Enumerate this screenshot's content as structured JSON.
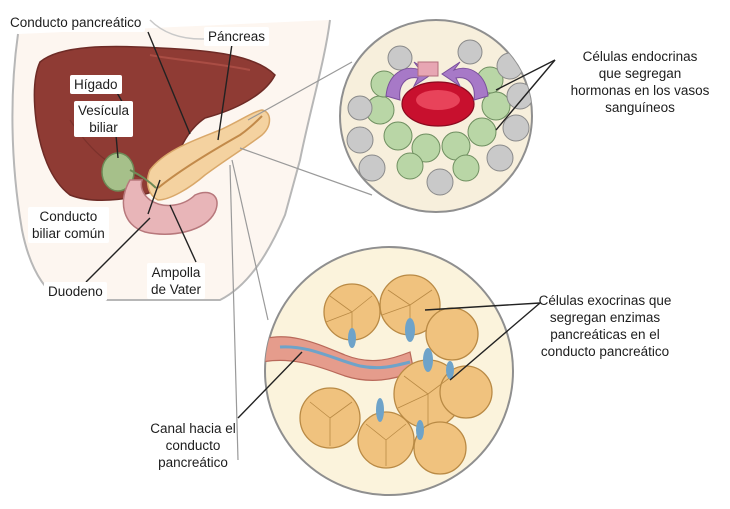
{
  "labels": {
    "conducto_pancreatico_top": "Conducto pancreático",
    "pancreas": "Páncreas",
    "higado": "Hígado",
    "vesicula_line1": "Vesícula",
    "vesicula_line2": "biliar",
    "conducto_biliar_line1": "Conducto",
    "conducto_biliar_line2": "biliar común",
    "duodeno": "Duodeno",
    "ampolla_line1": "Ampolla",
    "ampolla_line2": "de Vater",
    "endocrinas_line1": "Células endocrinas",
    "endocrinas_line2": "que segregan",
    "endocrinas_line3": "hormonas en los vasos",
    "endocrinas_line4": "sanguíneos",
    "exocrinas_line1": "Células exocrinas que",
    "exocrinas_line2": "segregan enzimas",
    "exocrinas_line3": "pancreáticas en el",
    "exocrinas_line4": "conducto pancreático",
    "canal_line1": "Canal hacia el",
    "canal_line2": "conducto",
    "canal_line3": "pancreático"
  },
  "colors": {
    "body_outline": "#b7b7b7",
    "liver": "#8f3b34",
    "liver_light": "#a94d43",
    "gallbladder": "#a6c08a",
    "pancreas": "#f4d2a0",
    "pancreas_edge": "#d9a86a",
    "duodenum": "#e8b5b8",
    "islet_cells_green": "#b9d6a6",
    "islet_cells_grey": "#c9c9c9",
    "vessel_red": "#c8102e",
    "arrow_purple": "#a779c7",
    "acinar_orange": "#f0c27e",
    "duct_blue": "#6ea3c9",
    "duct_pink": "#e59c8c",
    "circle_bg": "#fbf3dc",
    "leader_line": "#222222"
  }
}
